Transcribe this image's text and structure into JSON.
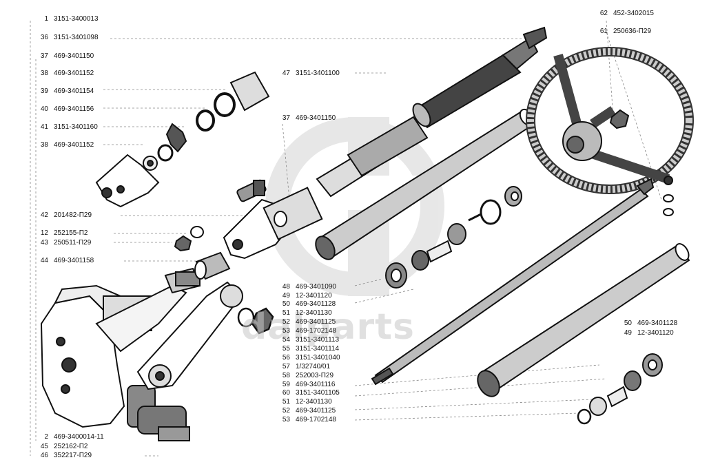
{
  "watermark": "dalparts",
  "colors": {
    "ink": "#111111",
    "leader": "#888888",
    "watermark": "#c8c8c8"
  },
  "labels_left": [
    {
      "num": "1",
      "code": "3151-3400013"
    },
    {
      "num": "36",
      "code": "3151-3401098"
    },
    {
      "num": "37",
      "code": "469-3401150"
    },
    {
      "num": "38",
      "code": "469-3401152"
    },
    {
      "num": "39",
      "code": "469-3401154"
    },
    {
      "num": "40",
      "code": "469-3401156"
    },
    {
      "num": "41",
      "code": "3151-3401160"
    },
    {
      "num": "38",
      "code": "469-3401152"
    },
    {
      "num": "42",
      "code": "201482-П29"
    },
    {
      "num": "12",
      "code": "252155-П2"
    },
    {
      "num": "43",
      "code": "250511-П29"
    },
    {
      "num": "44",
      "code": "469-3401158"
    },
    {
      "num": "2",
      "code": "469-3400014-11"
    },
    {
      "num": "45",
      "code": "252162-П2"
    },
    {
      "num": "46",
      "code": "352217-П29"
    }
  ],
  "labels_mid": [
    {
      "num": "47",
      "code": "3151-3401100"
    },
    {
      "num": "37",
      "code": "469-3401150"
    },
    {
      "num": "48",
      "code": "469-3401090"
    },
    {
      "num": "49",
      "code": "12-3401120"
    },
    {
      "num": "50",
      "code": "469-3401128"
    },
    {
      "num": "51",
      "code": "12-3401130"
    },
    {
      "num": "52",
      "code": "469-3401125"
    },
    {
      "num": "53",
      "code": "469-1702148"
    },
    {
      "num": "54",
      "code": "3151-3401113"
    },
    {
      "num": "55",
      "code": "3151-3401114"
    },
    {
      "num": "56",
      "code": "3151-3401040"
    },
    {
      "num": "57",
      "code": "1/32740/01"
    },
    {
      "num": "58",
      "code": "252003-П29"
    },
    {
      "num": "59",
      "code": "469-3401116"
    },
    {
      "num": "60",
      "code": "3151-3401105"
    },
    {
      "num": "51",
      "code": "12-3401130"
    },
    {
      "num": "52",
      "code": "469-3401125"
    },
    {
      "num": "53",
      "code": "469-1702148"
    }
  ],
  "labels_right": [
    {
      "num": "62",
      "code": "452-3402015"
    },
    {
      "num": "61",
      "code": "250636-П29"
    },
    {
      "num": "50",
      "code": "469-3401128"
    },
    {
      "num": "49",
      "code": "12-3401120"
    }
  ]
}
